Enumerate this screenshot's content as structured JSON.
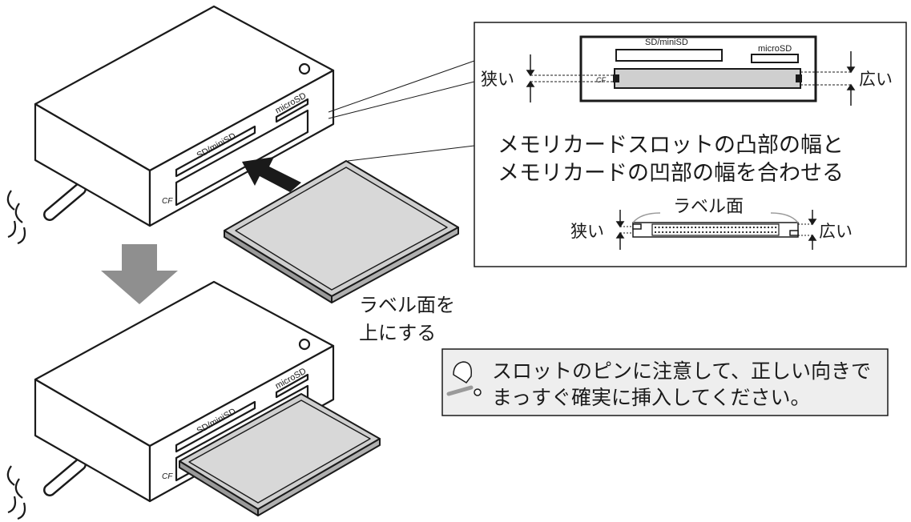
{
  "reader_top": {
    "slot_sd": "SD/miniSD",
    "slot_microsd": "microSD",
    "slot_cf": "CF"
  },
  "reader_bottom": {
    "slot_sd": "SD/miniSD",
    "slot_microsd": "microSD",
    "slot_cf": "CF"
  },
  "label_side_up": {
    "line1": "ラベル面を",
    "line2": "上にする"
  },
  "inset": {
    "slot_sd": "SD/miniSD",
    "slot_microsd": "microSD",
    "slot_cf": "CF",
    "narrow": "狭い",
    "wide": "広い",
    "heading_line1": "メモリカードスロットの凸部の幅と",
    "heading_line2": "メモリカードの凹部の幅を合わせる",
    "card_label_side": "ラベル面",
    "card_narrow": "狭い",
    "card_wide": "広い"
  },
  "note": {
    "line1": "スロットのピンに注意して、正しい向きで",
    "line2": "まっすぐ確実に挿入してください。"
  },
  "colors": {
    "stroke": "#1a1a1a",
    "card_face": "#cfcfcf",
    "card_edge": "#9a9a9a",
    "arrow_gray": "#8f8f8f",
    "note_bg": "#eeeeee"
  }
}
